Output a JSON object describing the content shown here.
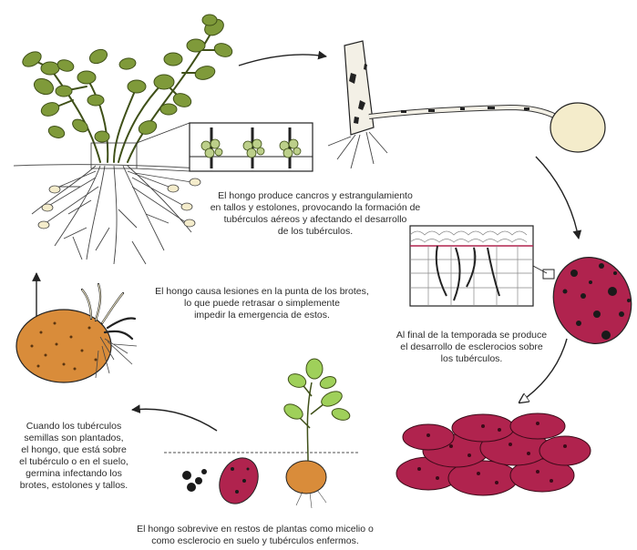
{
  "captions": {
    "stem_cankers": "El hongo produce cancros y estrangulamiento\nen tallos y estolones, provocando la formación de\ntubérculos aéreos y afectando el desarrollo\nde los tubérculos.",
    "sprout_lesions": "El hongo causa lesiones en la punta de los brotes,\nlo que puede retrasar o simplemente\nimpedir la emergencia de estos.",
    "sclerotia_formation": "Al final de la temporada se produce\nel desarrollo de esclerocios sobre\nlos tubérculos.",
    "seed_infection": "Cuando los tubérculos\nsemillas son plantados,\nel hongo, que está sobre\nel tubérculo o en el suelo,\ngermina infectando los\nbrotes, estolones y tallos.",
    "survival": "El hongo sobrevive en restos de plantas como micelio o\ncomo esclerocio en suelo y tubérculos enfermos."
  },
  "colors": {
    "foliage": "#7f9a3a",
    "foliage_dark": "#3f5018",
    "sprout_leaf": "#9fd05a",
    "healthy_tuber": "#d98c3a",
    "diseased_tuber": "#b0234e",
    "sclerotia": "#1a1a1a",
    "roots": "#444444",
    "tuber_pale": "#f4eccb"
  }
}
